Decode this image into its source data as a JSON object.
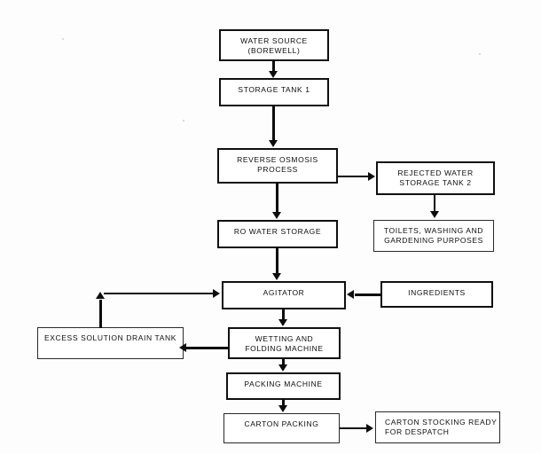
{
  "diagram": {
    "title": "Water treatment and packing process flowchart",
    "background_color": "#fdfdfd",
    "line_color": "#0d0d0d",
    "box_fill": "#ffffff"
  },
  "nodes": [
    {
      "id": "water-source",
      "line1": "WATER SOURCE",
      "line2": "(BOREWELL)"
    },
    {
      "id": "storage-tank-1",
      "line1": "STORAGE TANK 1",
      "line2": ""
    },
    {
      "id": "reverse-osmosis",
      "line1": "REVERSE OSMOSIS",
      "line2": "PROCESS"
    },
    {
      "id": "rejected-water",
      "line1": "REJECTED WATER",
      "line2": "STORAGE TANK 2"
    },
    {
      "id": "ro-water-storage",
      "line1": "RO WATER STORAGE",
      "line2": ""
    },
    {
      "id": "toilets-washing",
      "line1": "TOILETS, WASHING AND",
      "line2": "GARDENING PURPOSES"
    },
    {
      "id": "agitator",
      "line1": "AGITATOR",
      "line2": ""
    },
    {
      "id": "ingredients",
      "line1": "INGREDIENTS",
      "line2": ""
    },
    {
      "id": "excess-drain-tank",
      "line1": "EXCESS SOLUTION DRAIN TANK",
      "line2": ""
    },
    {
      "id": "wetting-folding",
      "line1": "WETTING AND",
      "line2": "FOLDING MACHINE"
    },
    {
      "id": "packing-machine",
      "line1": "PACKING MACHINE",
      "line2": ""
    },
    {
      "id": "carton-packing",
      "line1": "CARTON PACKING",
      "line2": ""
    },
    {
      "id": "carton-stocking",
      "line1": "CARTON STOCKING READY",
      "line2": "FOR DESPATCH"
    }
  ],
  "edges": [
    {
      "id": "source-to-tank1",
      "from": "water-source",
      "to": "storage-tank-1",
      "direction": "down"
    },
    {
      "id": "tank1-to-ro",
      "from": "storage-tank-1",
      "to": "reverse-osmosis",
      "direction": "down"
    },
    {
      "id": "ro-to-rejected",
      "from": "reverse-osmosis",
      "to": "rejected-water",
      "direction": "right"
    },
    {
      "id": "ro-to-ro-storage",
      "from": "reverse-osmosis",
      "to": "ro-water-storage",
      "direction": "down"
    },
    {
      "id": "rejected-to-toilets",
      "from": "rejected-water",
      "to": "toilets-washing",
      "direction": "down"
    },
    {
      "id": "ro-storage-to-agitator",
      "from": "ro-water-storage",
      "to": "agitator",
      "direction": "down"
    },
    {
      "id": "ingredients-to-agitator",
      "from": "ingredients",
      "to": "agitator",
      "direction": "left"
    },
    {
      "id": "drain-recycle-to-agitator",
      "from": "excess-drain-tank",
      "to": "agitator",
      "direction": "up-right"
    },
    {
      "id": "agitator-to-wetting",
      "from": "agitator",
      "to": "wetting-folding",
      "direction": "down"
    },
    {
      "id": "wetting-to-drain",
      "from": "wetting-folding",
      "to": "excess-drain-tank",
      "direction": "left"
    },
    {
      "id": "wetting-to-packing",
      "from": "wetting-folding",
      "to": "packing-machine",
      "direction": "down"
    },
    {
      "id": "packing-to-carton",
      "from": "packing-machine",
      "to": "carton-packing",
      "direction": "down"
    },
    {
      "id": "carton-to-stocking",
      "from": "carton-packing",
      "to": "carton-stocking",
      "direction": "right"
    }
  ]
}
